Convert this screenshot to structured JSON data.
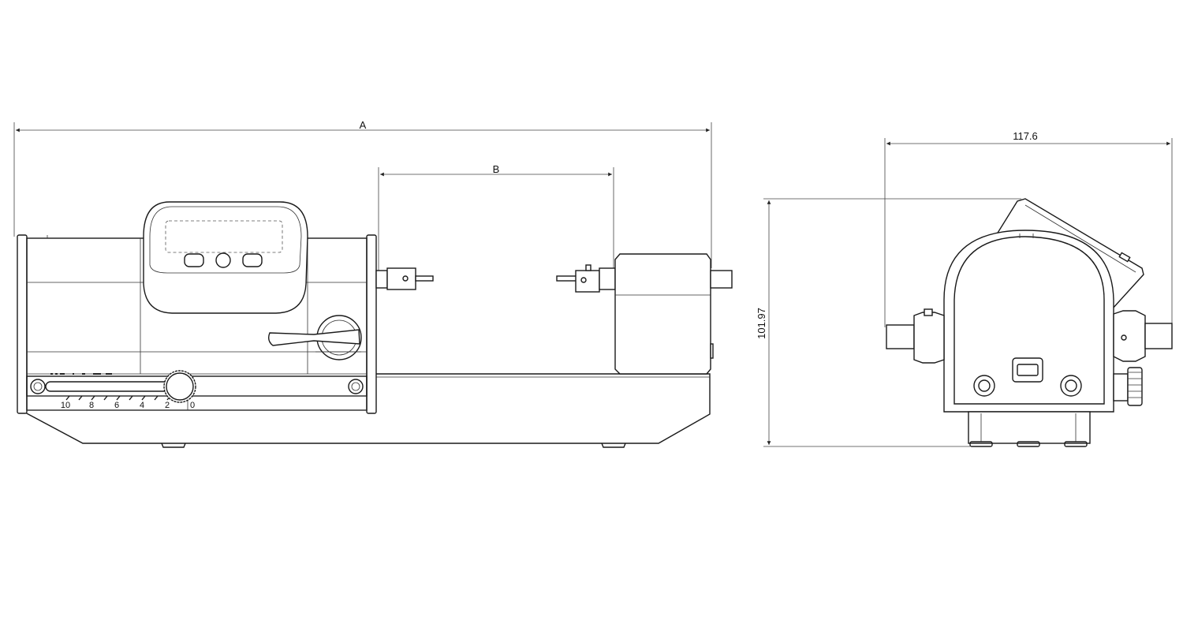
{
  "dimensions": {
    "overall_length": "A",
    "center_distance": "B",
    "width": "117.6",
    "height": "101.97"
  },
  "scale_labels": [
    "10",
    "8",
    "6",
    "4",
    "2",
    "0"
  ]
}
